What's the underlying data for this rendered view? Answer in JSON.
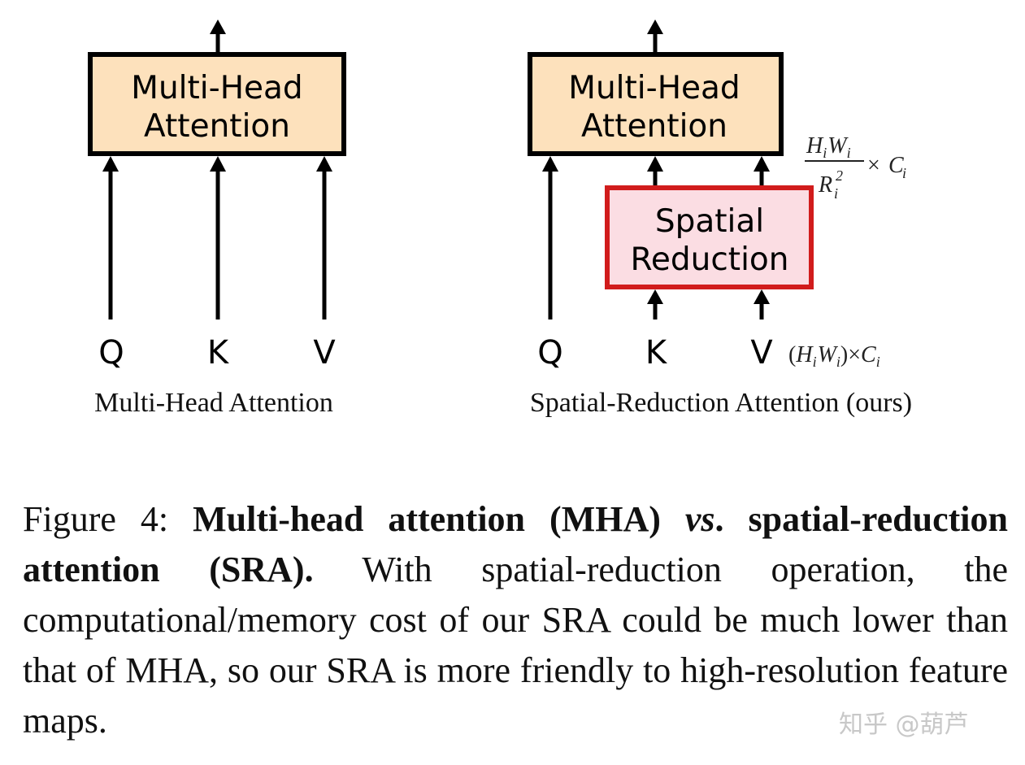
{
  "left_block": {
    "box_line1": "Multi-Head",
    "box_line2": "Attention",
    "inputs": [
      "Q",
      "K",
      "V"
    ],
    "caption": "Multi-Head Attention"
  },
  "right_block": {
    "box_line1": "Multi-Head",
    "box_line2": "Attention",
    "sr_line1": "Spatial",
    "sr_line2": "Reduction",
    "inputs": [
      "Q",
      "K",
      "V"
    ],
    "caption": "Spatial-Reduction Attention (ours)",
    "reduced_dim": {
      "num_H": "H",
      "num_W": "W",
      "sub": "i",
      "den_R": "R",
      "den_exp": "2",
      "times": "×",
      "C": "C"
    },
    "input_dim": {
      "open": "(",
      "H": "H",
      "W": "W",
      "close": ")",
      "sub": "i",
      "times": "×",
      "C": "C"
    }
  },
  "colors": {
    "attention_fill": "#fde1bc",
    "sr_fill": "#fbdde3",
    "sr_border": "#d11c1c"
  },
  "figure_caption": {
    "prefix": "Figure 4:  ",
    "bold1": "Multi-head attention (MHA) ",
    "ital": "vs",
    "bold2": ". spatial-reduction attention (SRA).",
    "body": " With spatial-reduction operation, the computational/memory cost of our SRA could be much lower than that of MHA, so our SRA is more friendly to high-resolution feature maps."
  },
  "watermark": "知乎 @葫芦"
}
